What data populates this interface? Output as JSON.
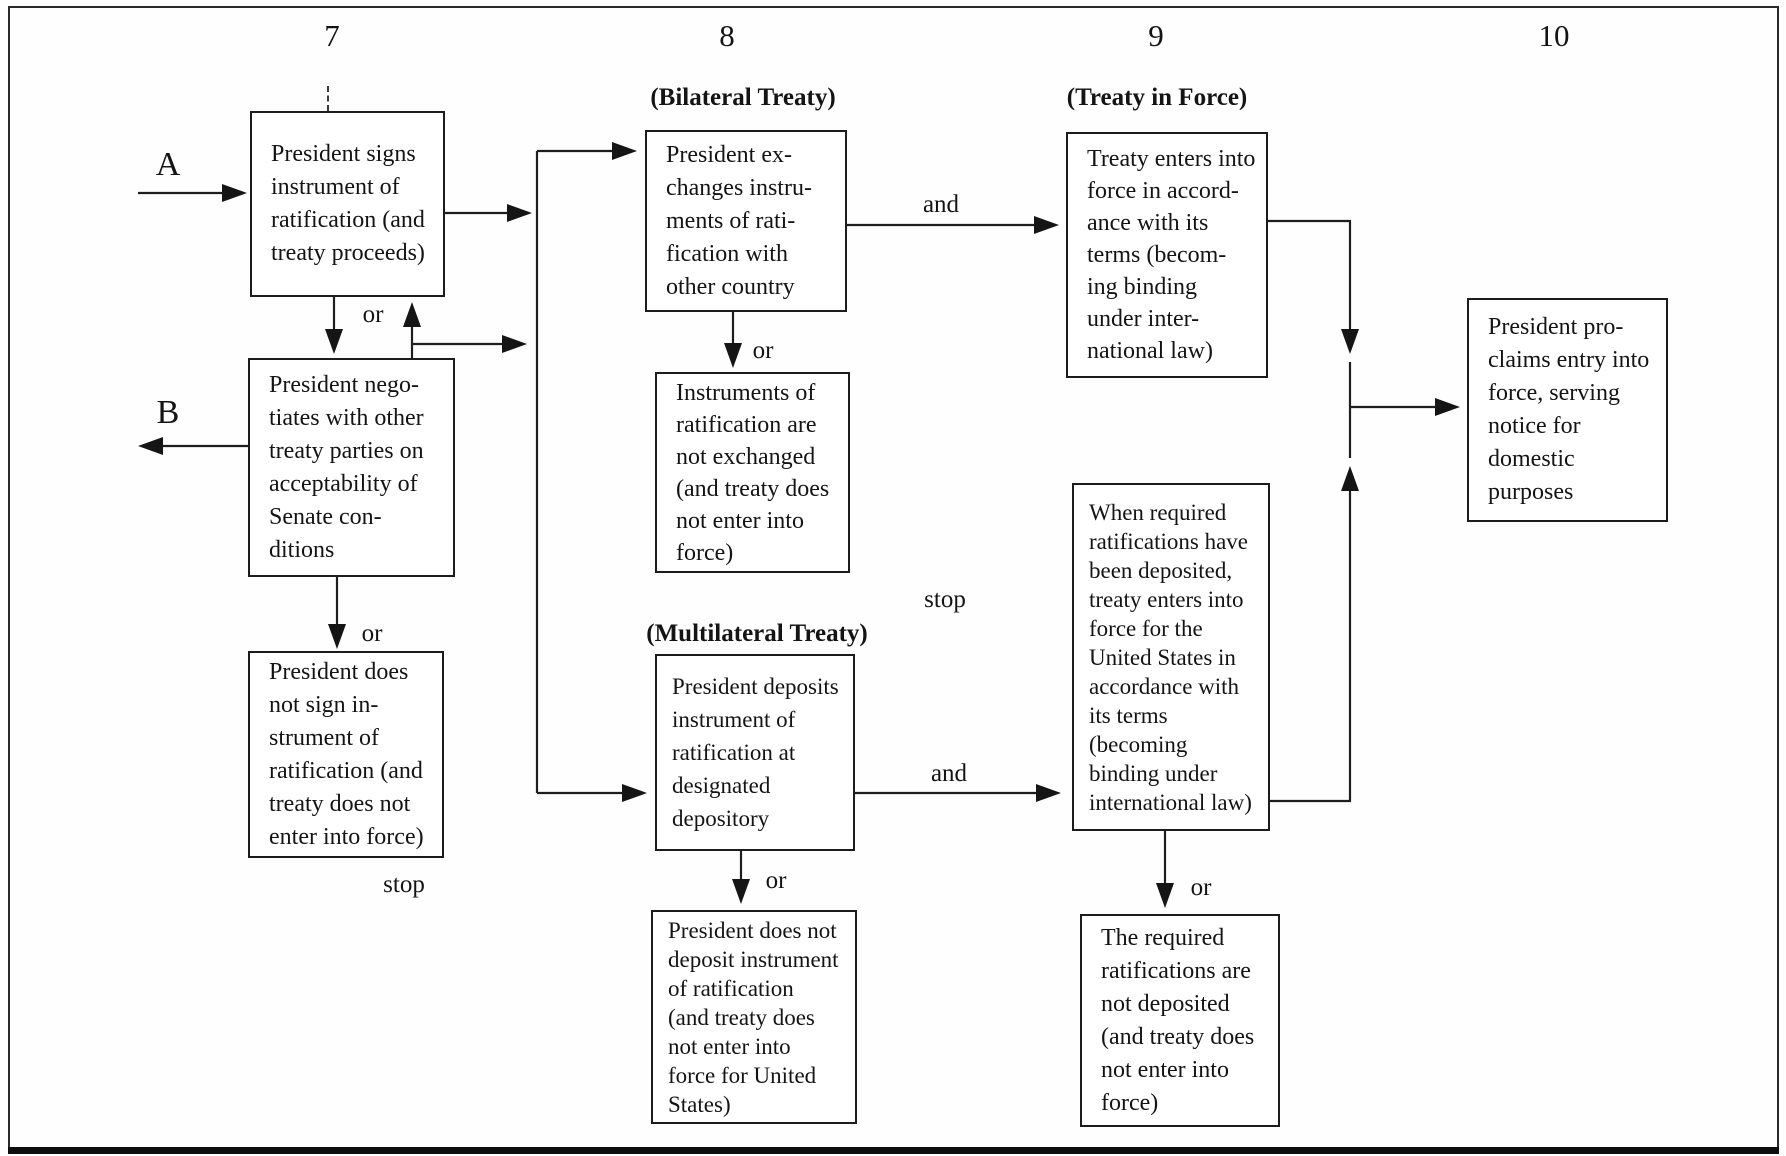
{
  "columns": [
    {
      "number": "7"
    },
    {
      "number": "8"
    },
    {
      "number": "9"
    },
    {
      "number": "10"
    }
  ],
  "captions": {
    "bilateral": "(Bilateral Treaty)",
    "treaty_in_force": "(Treaty in Force)",
    "multilateral": "(Multilateral Treaty)"
  },
  "labels": {
    "a": "A",
    "b": "B",
    "or": "or",
    "and": "and",
    "stop": "stop"
  },
  "boxes": {
    "signs": "President signs\ninstrument of\nratification (and\ntreaty proceeds)",
    "negotiates": "President nego-\ntiates with other\ntreaty parties on\nacceptability of\nSenate con-\nditions",
    "not_sign": "President does\nnot sign in-\nstrument of\nratification (and\ntreaty does not\nenter into force)",
    "exchanges": "President ex-\nchanges instru-\nments of rati-\nfication with\nother country",
    "not_exchanged": "Instruments of\nratification are\nnot exchanged\n(and treaty does\nnot enter into\nforce)",
    "deposits": "President deposits\ninstrument of\nratification at\ndesignated\ndepository",
    "not_deposit": "President does not\ndeposit instrument\nof ratification\n(and treaty does\nnot enter into\nforce for United\nStates)",
    "treaty_enters": "Treaty enters into\nforce in accord-\nance with its\nterms (becom-\ning binding\nunder inter-\nnational law)",
    "when_required": "When required\nratifications have\nbeen deposited,\ntreaty enters into\nforce for the\nUnited States in\naccordance with\nits terms\n(becoming\nbinding under\ninternational law)",
    "not_deposited": "The required\nratifications are\nnot deposited\n(and treaty does\nnot enter into\nforce)",
    "proclaims": "President pro-\nclaims entry into\nforce, serving\nnotice for\ndomestic\npurposes"
  }
}
